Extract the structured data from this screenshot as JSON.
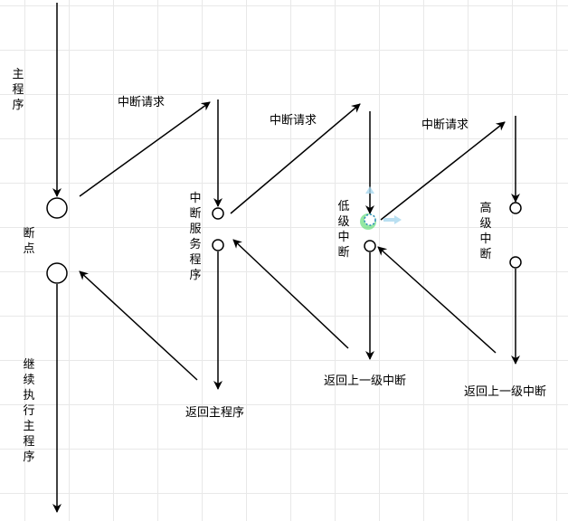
{
  "labels": {
    "main_program": "主程序",
    "breakpoint": "断点",
    "continue_main": "继续执行主程序",
    "irq1": "中断请求",
    "irq2": "中断请求",
    "irq3": "中断请求",
    "isr": "中断服务程序",
    "return_main": "返回主程序",
    "low_irq": "低级中断",
    "return_prev1": "返回上一级中断",
    "high_irq": "高级中断",
    "return_prev2": "返回上一级中断"
  },
  "colors": {
    "line": "#000000",
    "grid": "#e8e8e8",
    "selection": "#4cd964"
  }
}
